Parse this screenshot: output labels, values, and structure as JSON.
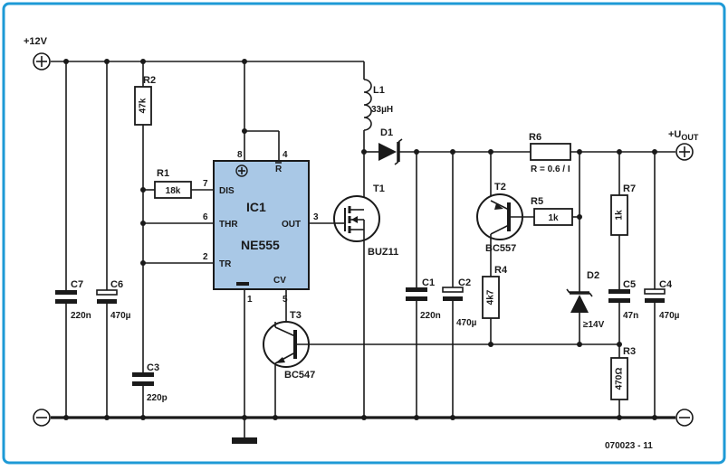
{
  "rails": {
    "vin": "+12V",
    "vout_main": "+U",
    "vout_sub": "OUT"
  },
  "ic": {
    "name": "IC1",
    "part": "NE555",
    "pins": {
      "p8": "8",
      "p4": "4",
      "p7": "7",
      "p6": "6",
      "p2": "2",
      "p3": "3",
      "p1": "1",
      "p5": "5"
    },
    "pin_labels": {
      "dis": "DIS",
      "thr": "THR",
      "tr": "TR",
      "out": "OUT",
      "cv": "CV",
      "reset": "R"
    }
  },
  "components": {
    "r2": {
      "ref": "R2",
      "value": "47k"
    },
    "r1": {
      "ref": "R1",
      "value": "18k"
    },
    "c3": {
      "ref": "C3",
      "value": "220p"
    },
    "c7": {
      "ref": "C7",
      "value": "220n"
    },
    "c6": {
      "ref": "C6",
      "value": "470µ"
    },
    "l1": {
      "ref": "L1",
      "value": "33µH"
    },
    "d1": {
      "ref": "D1"
    },
    "t1": {
      "ref": "T1",
      "part": "BUZ11"
    },
    "t3": {
      "ref": "T3",
      "part": "BC547"
    },
    "c1": {
      "ref": "C1",
      "value": "220n"
    },
    "c2": {
      "ref": "C2",
      "value": "470µ"
    },
    "t2": {
      "ref": "T2",
      "part": "BC557"
    },
    "r4": {
      "ref": "R4",
      "value": "4k7"
    },
    "r5": {
      "ref": "R5",
      "value": "1k"
    },
    "r6": {
      "ref": "R6",
      "value": "R = 0.6 / I"
    },
    "d2": {
      "ref": "D2",
      "value": "≥14V"
    },
    "r7": {
      "ref": "R7",
      "value": "1k"
    },
    "c5": {
      "ref": "C5",
      "value": "47n"
    },
    "c4": {
      "ref": "C4",
      "value": "470µ"
    },
    "r3": {
      "ref": "R3",
      "value": "470Ω"
    }
  },
  "footer": {
    "code": "070023 - 11"
  },
  "colors": {
    "frame": "#1e9ad6",
    "ink": "#1a1a1a",
    "ic_fill": "#a9c8e6"
  }
}
